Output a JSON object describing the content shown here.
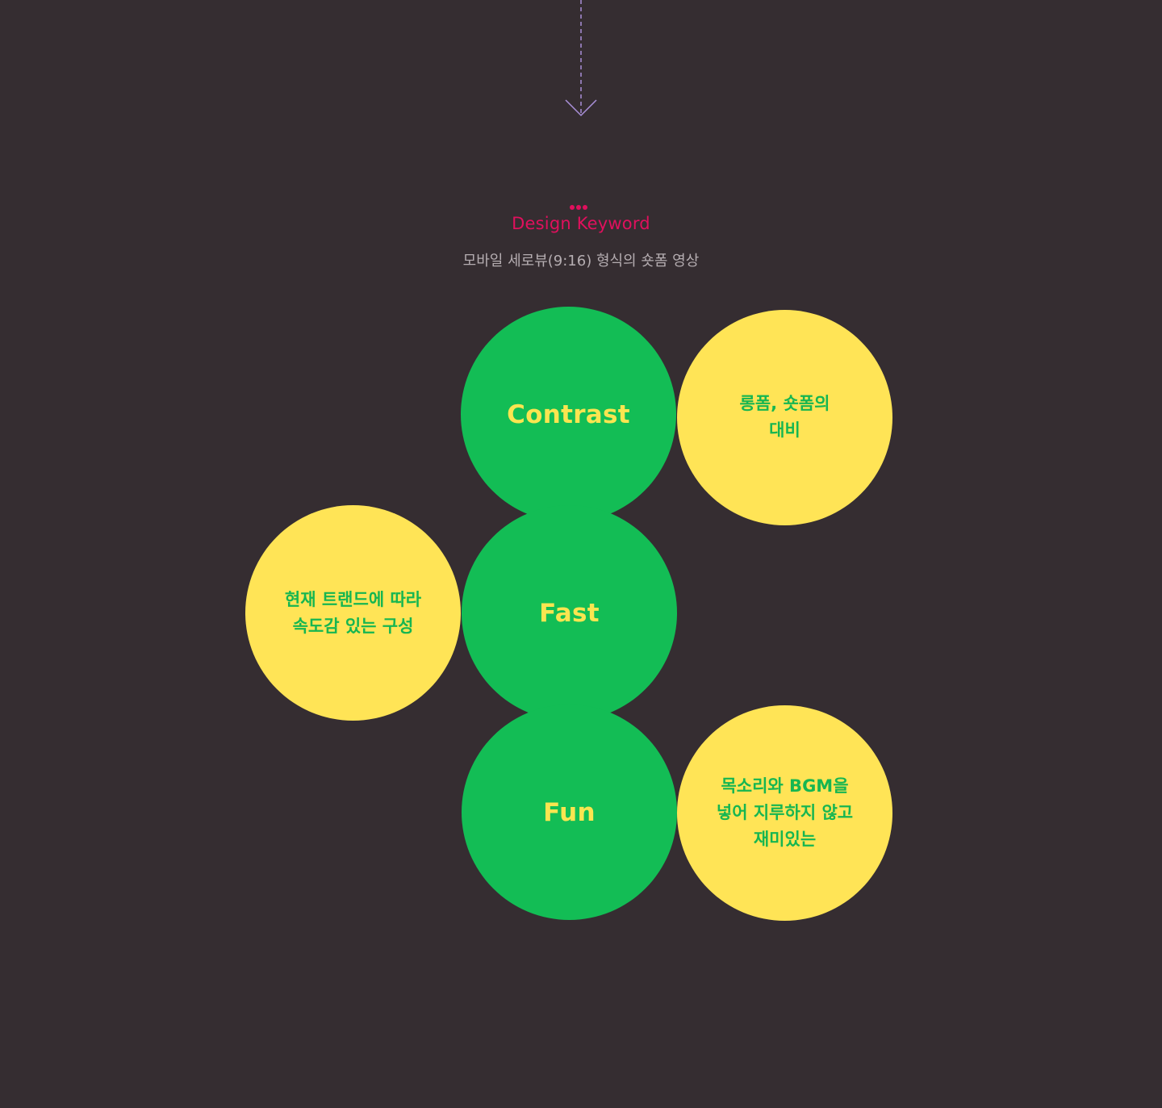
{
  "colors": {
    "background": "#352d31",
    "accent": "#e0105d",
    "arrow": "#a98fd8",
    "green_circle": "#13bd55",
    "green_text": "#fae550",
    "yellow_circle": "#ffe456",
    "yellow_text": "#16b651"
  },
  "section": {
    "title": "Design Keyword",
    "subtitle": "모바일 세로뷰(9:16) 형식의 숏폼 영상"
  },
  "keywords": [
    {
      "label": "Contrast",
      "description": "롱폼, 숏폼의\n대비"
    },
    {
      "label": "Fast",
      "description": "현재 트랜드에 따라\n속도감 있는 구성"
    },
    {
      "label": "Fun",
      "description": "목소리와 BGM을\n넣어 지루하지 않고\n재미있는"
    }
  ]
}
